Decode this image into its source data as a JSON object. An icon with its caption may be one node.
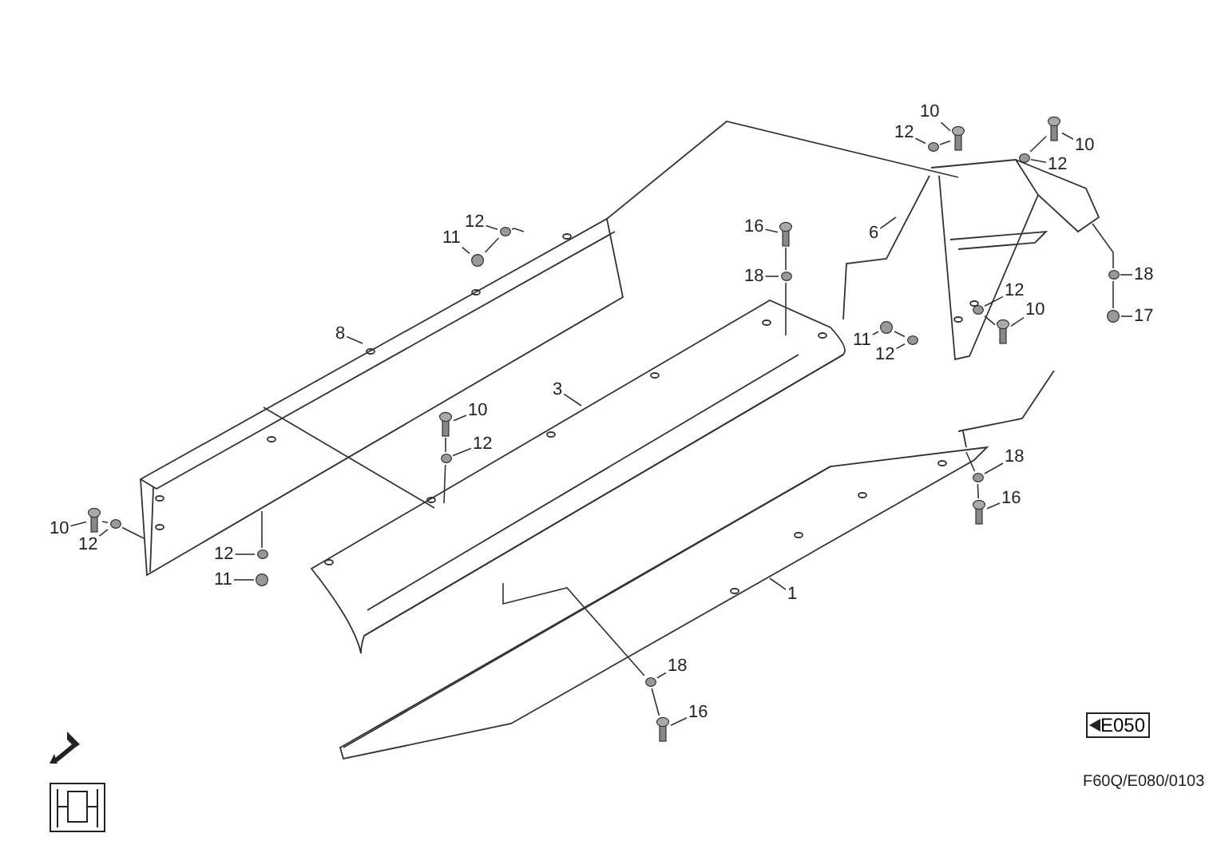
{
  "diagram": {
    "nodes": [
      {
        "text": [
          "10"
        ]
      },
      {
        "text": [
          "12"
        ]
      },
      {
        "text": [
          "10"
        ]
      },
      {
        "text": [
          "12"
        ]
      },
      {
        "text": [
          "6"
        ]
      },
      {
        "text": [
          "16"
        ]
      },
      {
        "text": [
          "18"
        ]
      },
      {
        "text": [
          "12"
        ]
      },
      {
        "text": [
          "10"
        ]
      },
      {
        "text": [
          "11"
        ]
      },
      {
        "text": [
          "12"
        ]
      },
      {
        "text": [
          "18"
        ]
      },
      {
        "text": [
          "17"
        ]
      },
      {
        "text": [
          "12"
        ]
      },
      {
        "text": [
          "11"
        ]
      },
      {
        "text": [
          "8"
        ]
      },
      {
        "text": [
          "3"
        ]
      },
      {
        "text": [
          "10"
        ]
      },
      {
        "text": [
          "12"
        ]
      },
      {
        "text": [
          "10"
        ]
      },
      {
        "text": [
          "12"
        ]
      },
      {
        "text": [
          "12"
        ]
      },
      {
        "text": [
          "11"
        ]
      },
      {
        "text": [
          "1"
        ]
      },
      {
        "text": [
          "18"
        ]
      },
      {
        "text": [
          "16"
        ]
      },
      {
        "text": [
          "18"
        ]
      },
      {
        "text": [
          "16"
        ]
      },
      {
        "text": [
          "E050"
        ]
      },
      {
        "text": [],
        "shape": "picture"
      },
      {
        "text": [],
        "shape": "circle"
      },
      {
        "text": [],
        "shape": "picture"
      },
      {
        "text": [],
        "shape": "circle"
      },
      {
        "text": [],
        "shape": "picture"
      },
      {
        "text": [],
        "shape": "circle"
      },
      {
        "text": [],
        "shape": "circle"
      },
      {
        "text": [],
        "shape": "picture"
      },
      {
        "text": [],
        "shape": "circle"
      },
      {
        "text": [],
        "shape": "circle"
      },
      {
        "text": [],
        "shape": "circle"
      },
      {
        "text": [],
        "shape": "circle"
      },
      {
        "text": [],
        "shape": "circle"
      },
      {
        "text": [],
        "shape": "circle"
      },
      {
        "text": [],
        "shape": "picture"
      },
      {
        "text": [],
        "shape": "circle"
      },
      {
        "text": [],
        "shape": "picture"
      },
      {
        "text": [],
        "shape": "circle"
      },
      {
        "text": [],
        "shape": "circle"
      },
      {
        "text": [],
        "shape": "circle"
      },
      {
        "text": [],
        "shape": "circle"
      },
      {
        "text": [],
        "shape": "picture"
      },
      {
        "text": [],
        "shape": "circle"
      },
      {
        "text": [],
        "shape": "picture"
      }
    ],
    "edges": [
      {
        "from": 0,
        "to": 29,
        "arrow": "none"
      },
      {
        "from": 1,
        "to": 30,
        "arrow": "none"
      },
      {
        "from": 2,
        "to": 31,
        "arrow": "none"
      },
      {
        "from": 3,
        "to": 32,
        "arrow": "none"
      },
      {
        "from": 4,
        "to": null,
        "arrow": "none"
      },
      {
        "from": 5,
        "to": 33,
        "arrow": "none"
      },
      {
        "from": 6,
        "to": 34,
        "arrow": "none"
      },
      {
        "from": 7,
        "to": 35,
        "arrow": "none"
      },
      {
        "from": 8,
        "to": 36,
        "arrow": "none"
      },
      {
        "from": 9,
        "to": 37,
        "arrow": "none"
      },
      {
        "from": 10,
        "to": 38,
        "arrow": "none"
      },
      {
        "from": 11,
        "to": 39,
        "arrow": "none"
      },
      {
        "from": 12,
        "to": 40,
        "arrow": "none"
      },
      {
        "from": 13,
        "to": 41,
        "arrow": "none"
      },
      {
        "from": 14,
        "to": 42,
        "arrow": "none"
      },
      {
        "from": 15,
        "to": null,
        "arrow": "none"
      },
      {
        "from": 16,
        "to": null,
        "arrow": "none"
      },
      {
        "from": 17,
        "to": 43,
        "arrow": "none"
      },
      {
        "from": 18,
        "to": 44,
        "arrow": "none"
      },
      {
        "from": 19,
        "to": 45,
        "arrow": "none"
      },
      {
        "from": 20,
        "to": 46,
        "arrow": "none"
      },
      {
        "from": 21,
        "to": 47,
        "arrow": "none"
      },
      {
        "from": 22,
        "to": 48,
        "arrow": "none"
      },
      {
        "from": 23,
        "to": null,
        "arrow": "none"
      },
      {
        "from": 24,
        "to": 49,
        "arrow": "none"
      },
      {
        "from": 25,
        "to": 50,
        "arrow": "none"
      },
      {
        "from": 26,
        "to": 51,
        "arrow": "none"
      },
      {
        "from": 27,
        "to": 52,
        "arrow": "none"
      },
      {
        "from": 30,
        "to": 29,
        "arrow": "none"
      },
      {
        "from": 32,
        "to": 31,
        "arrow": "none"
      },
      {
        "from": 35,
        "to": 36,
        "arrow": "none"
      },
      {
        "from": 37,
        "to": 38,
        "arrow": "none"
      },
      {
        "from": 39,
        "to": 40,
        "arrow": "none"
      },
      {
        "from": 33,
        "to": 34,
        "arrow": "none"
      },
      {
        "from": 34,
        "to": null,
        "arrow": "none"
      },
      {
        "from": 43,
        "to": 44,
        "arrow": "none"
      },
      {
        "from": 44,
        "to": null,
        "arrow": "none"
      },
      {
        "from": 41,
        "to": 42,
        "arrow": "none"
      },
      {
        "from": 41,
        "to": null,
        "arrow": "none"
      },
      {
        "from": 45,
        "to": 46,
        "arrow": "none"
      },
      {
        "from": 46,
        "to": null,
        "arrow": "none"
      },
      {
        "from": 47,
        "to": null,
        "arrow": "none"
      },
      {
        "from": 50,
        "to": 49,
        "arrow": "none"
      },
      {
        "from": 49,
        "to": null,
        "arrow": "none"
      },
      {
        "from": 51,
        "to": 52,
        "arrow": "none"
      },
      {
        "from": 51,
        "to": null,
        "arrow": "none"
      },
      {
        "from": 39,
        "to": null,
        "arrow": "none"
      }
    ],
    "labels": [
      "F60Q/E080/0103"
    ]
  }
}
